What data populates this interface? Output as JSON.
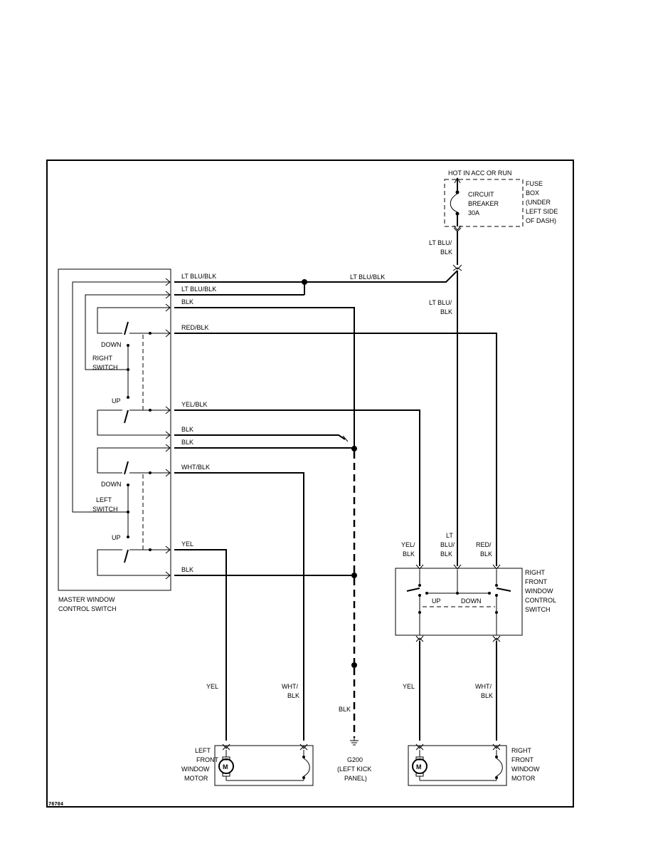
{
  "diagram_id": "76704",
  "power": {
    "hot_label": "HOT IN ACC OR RUN",
    "circuit_breaker": [
      "CIRCUIT",
      "BREAKER",
      "30A"
    ],
    "fuse_box": [
      "FUSE",
      "BOX",
      "(UNDER",
      "LEFT SIDE",
      "OF DASH)"
    ],
    "wire_top": [
      "LT BLU/",
      "BLK"
    ],
    "wire_mid": [
      "LT BLU/",
      "BLK"
    ]
  },
  "master_switch": {
    "name": [
      "MASTER WINDOW",
      "CONTROL SWITCH"
    ],
    "right_switch": [
      "RIGHT",
      "SWITCH"
    ],
    "left_switch": [
      "LEFT",
      "SWITCH"
    ],
    "down": "DOWN",
    "up": "UP",
    "wires": {
      "w1": "LT BLU/BLK",
      "w2": "LT BLU/BLK",
      "w3": "BLK",
      "w4": "RED/BLK",
      "w5": "YEL/BLK",
      "w6": "BLK",
      "w7": "BLK",
      "w8": "WHT/BLK",
      "w9": "YEL",
      "w10": "BLK"
    }
  },
  "splice_wire": "LT BLU/BLK",
  "right_switch_block": {
    "name": [
      "RIGHT",
      "FRONT",
      "WINDOW",
      "CONTROL",
      "SWITCH"
    ],
    "up": "UP",
    "down": "DOWN",
    "in_yel_blk": [
      "YEL/",
      "BLK"
    ],
    "in_lt_blu_blk": [
      "LT",
      "BLU/",
      "BLK"
    ],
    "in_red_blk": [
      "RED/",
      "BLK"
    ],
    "out_yel": "YEL",
    "out_wht_blk": [
      "WHT/",
      "BLK"
    ]
  },
  "left_motor": {
    "name": [
      "LEFT",
      "FRONT",
      "WINDOW",
      "MOTOR"
    ],
    "wire_yel": "YEL",
    "wire_wht_blk": [
      "WHT/",
      "BLK"
    ],
    "symbol": "M"
  },
  "right_motor": {
    "name": [
      "RIGHT",
      "FRONT",
      "WINDOW",
      "MOTOR"
    ],
    "symbol": "M"
  },
  "ground": {
    "wire": "BLK",
    "name": [
      "G200",
      "(LEFT KICK",
      "PANEL)"
    ]
  }
}
